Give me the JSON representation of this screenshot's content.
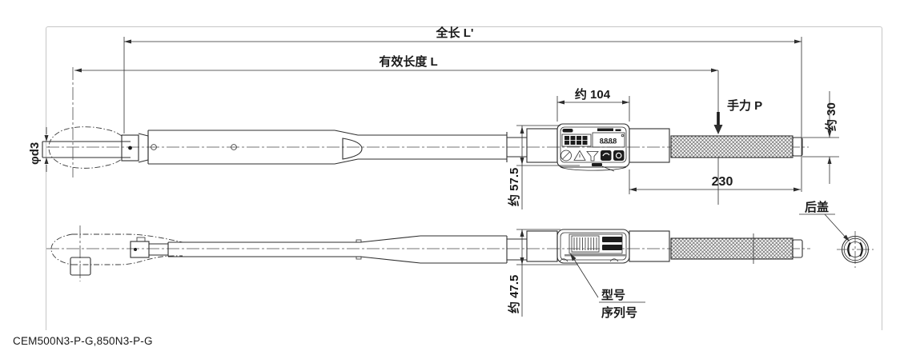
{
  "caption": "CEM500N3-P-G,850N3-P-G",
  "dimensions": {
    "overall_length": "全长 L'",
    "effective_length": "有效长度 L",
    "module_width": "约 104",
    "hand_force": "手力 P",
    "handle_diameter": "约 30",
    "grip_length": "230",
    "module_height_top_view": "约 57.5",
    "module_height_bottom_view": "约 47.5",
    "spigot_diameter": "φd3"
  },
  "callouts": {
    "rear_cover": "后盖",
    "model_no": "型号",
    "serial_no": "序列号"
  },
  "display": {
    "lcd_value": "8.8.8.8"
  },
  "colors": {
    "line": "#2e2e2e",
    "frame": "#c6c6c6",
    "background": "#ffffff"
  }
}
